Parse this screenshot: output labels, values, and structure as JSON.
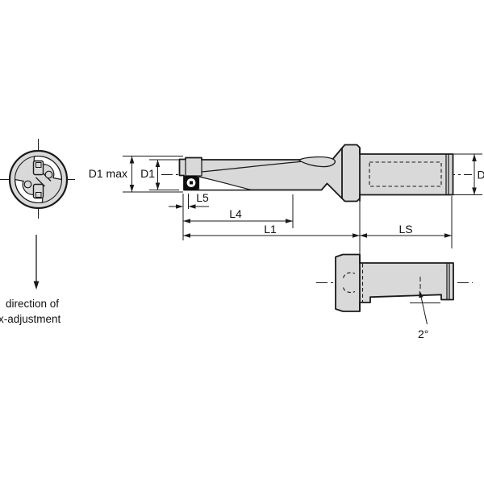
{
  "drawing": {
    "labels": {
      "d1_max": "D1 max",
      "d1": "D1",
      "l5": "L5",
      "l4": "L4",
      "l1": "L1",
      "ls": "LS",
      "d": "D",
      "angle": "2°",
      "direction_note_line1": "direction of",
      "direction_note_line2": "x-adjustment"
    },
    "colors": {
      "metal_fill": "#d9d9d9",
      "insert_fill": "#0d0d0d",
      "line": "#1a1a1a",
      "background": "#ffffff"
    }
  }
}
